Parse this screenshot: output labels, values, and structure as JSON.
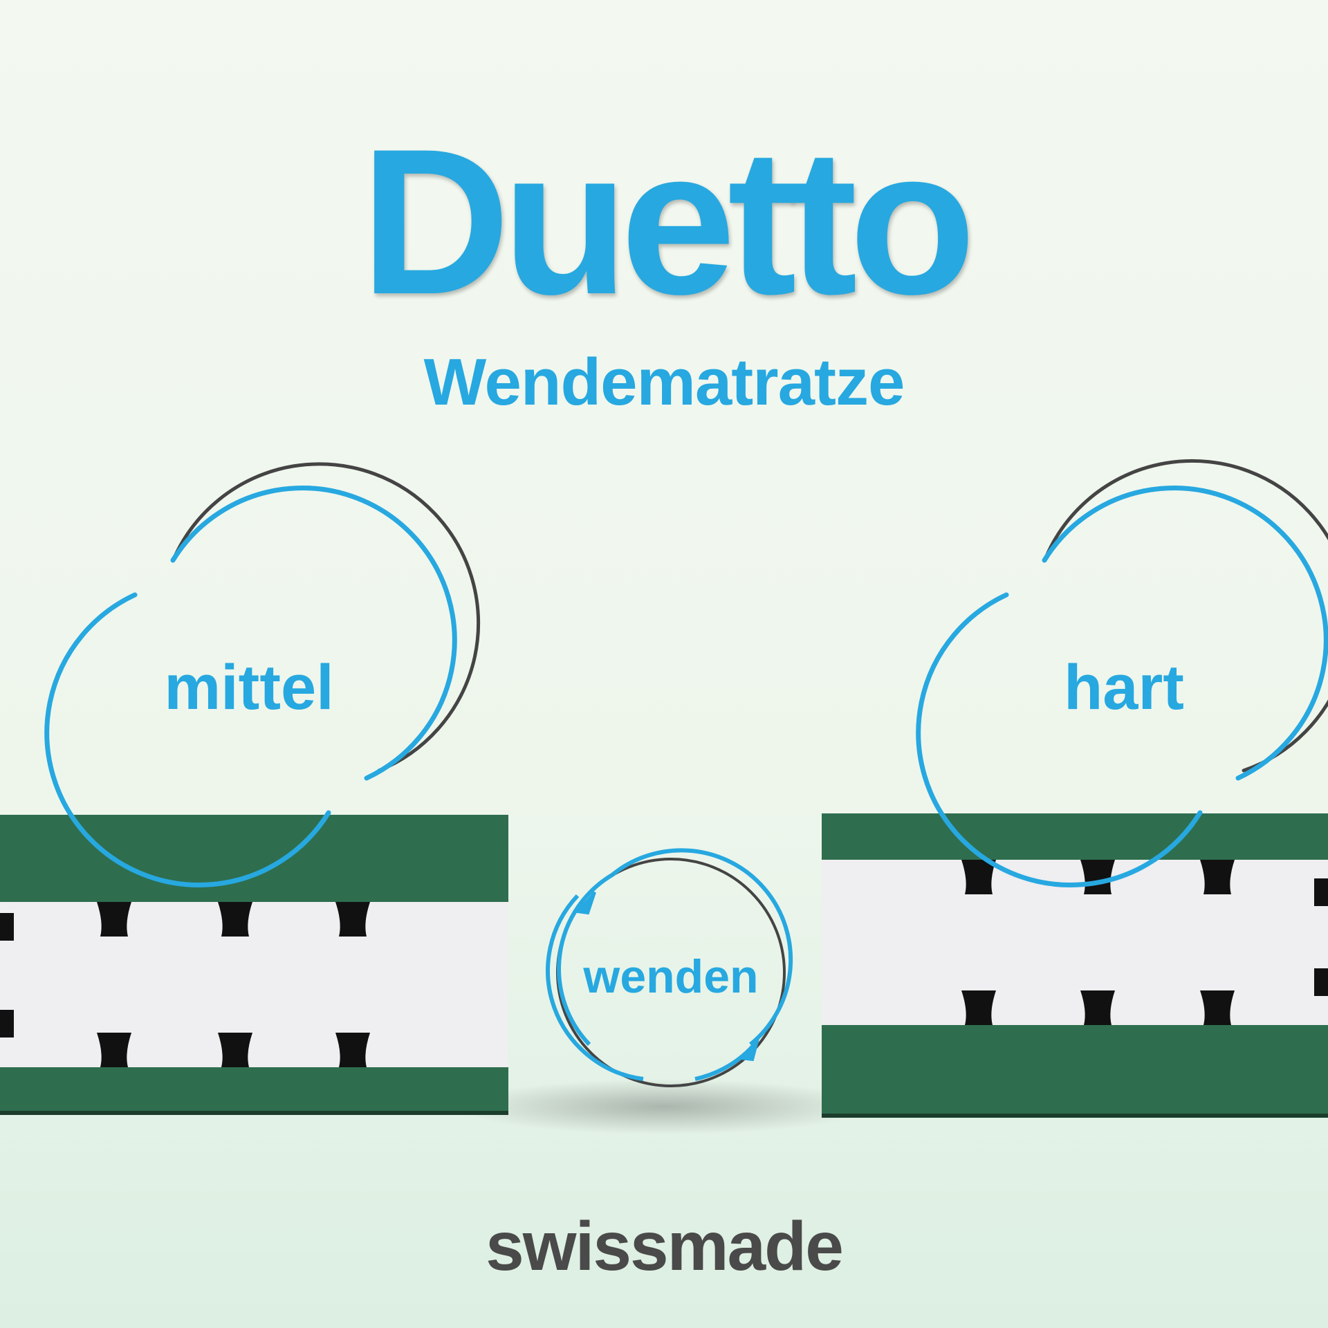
{
  "header": {
    "title": "Duetto",
    "subtitle": "Wendematratze"
  },
  "labels": {
    "left_side": "mittel",
    "right_side": "hart",
    "flip": "wenden"
  },
  "footer": {
    "brand": "swissmade"
  },
  "colors": {
    "accent": "#27a8e0",
    "foam_green": "#2e6e4e",
    "core_white": "#efeef0",
    "brand_text": "#4a4a4a"
  },
  "icons": {
    "flip": "circular-arrows-icon"
  }
}
